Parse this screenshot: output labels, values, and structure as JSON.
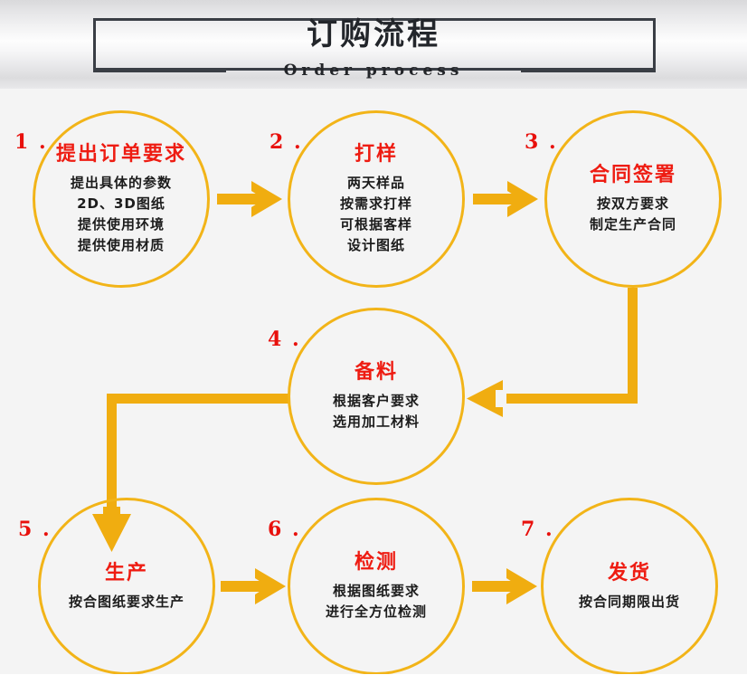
{
  "header": {
    "title": "订购流程",
    "subtitle": "Order process"
  },
  "colors": {
    "gold": "#f0ad10",
    "circle_stroke": "#f2b418",
    "title_red": "#ee1c12",
    "number_red": "#e8100c",
    "body_text": "#1c1c1c",
    "header_border": "#3a3e45",
    "background": "#f4f4f4"
  },
  "flow": {
    "steps": [
      {
        "number": "1 .",
        "title": "提出订单要求",
        "lines": [
          "提出具体的参数",
          "2D、3D图纸",
          "提供使用环境",
          "提供使用材质"
        ]
      },
      {
        "number": "2 .",
        "title": "打样",
        "lines": [
          "两天样品",
          "按需求打样",
          "可根据客样",
          "设计图纸"
        ]
      },
      {
        "number": "3 .",
        "title": "合同签署",
        "lines": [
          "按双方要求",
          "制定生产合同"
        ]
      },
      {
        "number": "4 .",
        "title": "备料",
        "lines": [
          "根据客户要求",
          "选用加工材料"
        ]
      },
      {
        "number": "5 .",
        "title": "生产",
        "lines": [
          "按合图纸要求生产"
        ]
      },
      {
        "number": "6 .",
        "title": "检测",
        "lines": [
          "根据图纸要求",
          "进行全方位检测"
        ]
      },
      {
        "number": "7 .",
        "title": "发货",
        "lines": [
          "按合同期限出货"
        ]
      }
    ],
    "connectors": [
      {
        "name": "arrow-step1-to-step2",
        "direction": "right"
      },
      {
        "name": "arrow-step2-to-step3",
        "direction": "right"
      },
      {
        "name": "arrow-step3-to-step4",
        "direction": "down-then-left"
      },
      {
        "name": "arrow-step4-to-step5",
        "direction": "left-then-down"
      },
      {
        "name": "arrow-step5-to-step6",
        "direction": "right"
      },
      {
        "name": "arrow-step6-to-step7",
        "direction": "right"
      }
    ]
  }
}
